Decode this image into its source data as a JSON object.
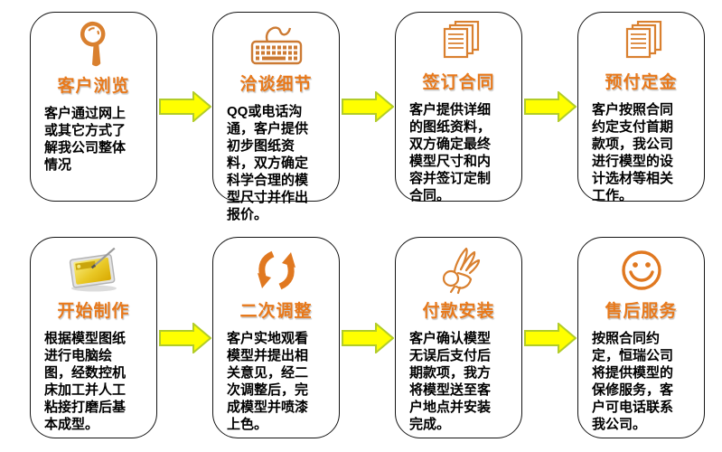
{
  "colors": {
    "title_orange": "#e8791b",
    "icon_orange": "#d9802f",
    "arrow_fill": "#ffff00",
    "arrow_border": "#b2cc29",
    "box_border": "#141414",
    "body_text": "#000000",
    "tablet_yellow": "#e9c826"
  },
  "steps": [
    {
      "icon": "magnifier-icon",
      "title": "客户浏览",
      "body": "客户通过网上或其它方式了解我公司整体情况"
    },
    {
      "icon": "keyboard-icon",
      "title": "洽谈细节",
      "body": "QQ或电话沟通，客户提供初步图纸资料，双方确定科学合理的模型尺寸并作出报价。"
    },
    {
      "icon": "documents-icon",
      "title": "签订合同",
      "body": "客户提供详细的图纸资料，双方确定最终模型尺寸和内容并签订定制合同。"
    },
    {
      "icon": "documents-icon",
      "title": "预付定金",
      "body": "客户按照合同约定支付首期款项，我公司进行模型的设计选材等相关工作。"
    },
    {
      "icon": "tablet-icon",
      "title": "开始制作",
      "body": "根据模型图纸进行电脑绘图，经数控机床加工并人工粘接打磨后基本成型。"
    },
    {
      "icon": "refresh-icon",
      "title": "二次调整",
      "body": "客户实地观看模型并提出相关意见，经二次调整后，完成模型并喷漆上色。"
    },
    {
      "icon": "ok-hand-icon",
      "title": "付款安装",
      "body": "客户确认模型无误后支付后期款项，我方将模型送至客户地点并安装完成。"
    },
    {
      "icon": "smiley-icon",
      "title": "售后服务",
      "body": "按照合同约定，恒瑞公司将提供模型的保修服务，客户可电话联系我公司。"
    }
  ]
}
